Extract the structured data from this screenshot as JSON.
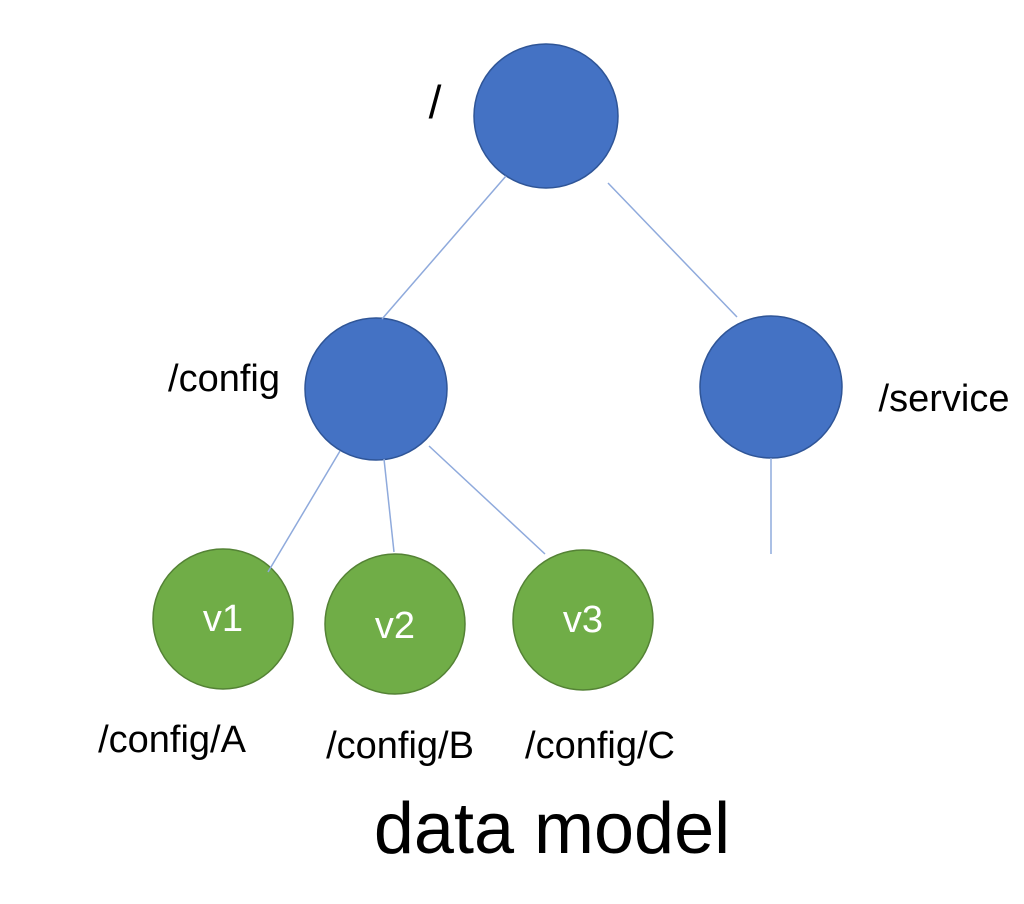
{
  "diagram_title": "data model",
  "colors": {
    "node_fill_blue": "#4472C4",
    "node_border_blue": "#2F5597",
    "node_fill_green": "#70AD47",
    "node_border_green": "#548235",
    "connector": "#8FAADC",
    "node_label_text": "#FFFFFF",
    "label_text": "#000000"
  },
  "nodes": {
    "root": {
      "label": "/"
    },
    "config": {
      "label": "/config"
    },
    "service": {
      "label": "/service"
    },
    "v1": {
      "label": "v1",
      "path": "/config/A"
    },
    "v2": {
      "label": "v2",
      "path": "/config/B"
    },
    "v3": {
      "label": "v3",
      "path": "/config/C"
    }
  },
  "edges": [
    {
      "from": "/",
      "to": "/config"
    },
    {
      "from": "/",
      "to": "/service"
    },
    {
      "from": "/config",
      "to": "/config/A"
    },
    {
      "from": "/config",
      "to": "/config/B"
    },
    {
      "from": "/config",
      "to": "/config/C"
    },
    {
      "from": "/service",
      "to": "(unshown child)"
    }
  ]
}
